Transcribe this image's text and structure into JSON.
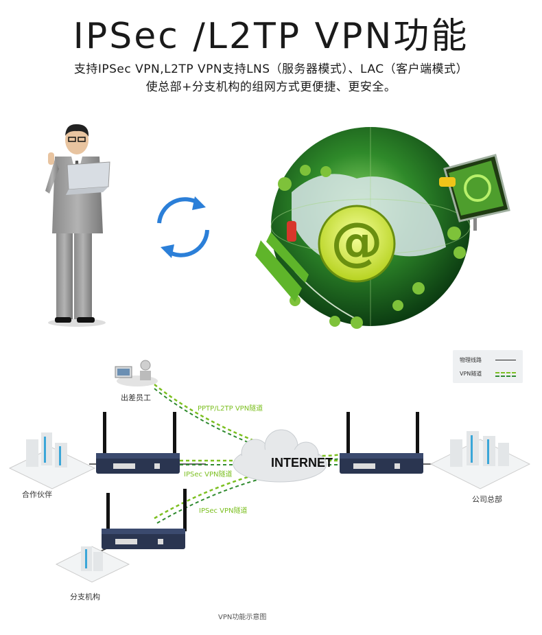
{
  "header": {
    "title": "IPSec /L2TP VPN功能",
    "subtitle_line1": "支持IPSec VPN,L2TP VPN支持LNS（服务器模式）、LAC（客户端模式）",
    "subtitle_line2": "使总部+分支机构的组网方式更便捷、更安全。"
  },
  "diagram": {
    "nodes": {
      "remote_worker": "出差员工",
      "partner": "合作伙伴",
      "headquarters": "公司总部",
      "branch": "分支机构",
      "internet": "INTERNET"
    },
    "tunnels": {
      "pptp_l2tp": "PPTP/L2TP VPN隧道",
      "ipsec_partner": "IPSec VPN隧道",
      "ipsec_branch": "IPSec VPN隧道"
    },
    "legend": {
      "physical": "物理线路",
      "vpn": "VPN隧道"
    },
    "caption": "VPN功能示意图"
  },
  "colors": {
    "vpn_tunnel": "#7bbf1f",
    "router_body": "#2a3550",
    "globe": "#2f8a2a"
  },
  "hero": {
    "globe_symbol": "@"
  }
}
